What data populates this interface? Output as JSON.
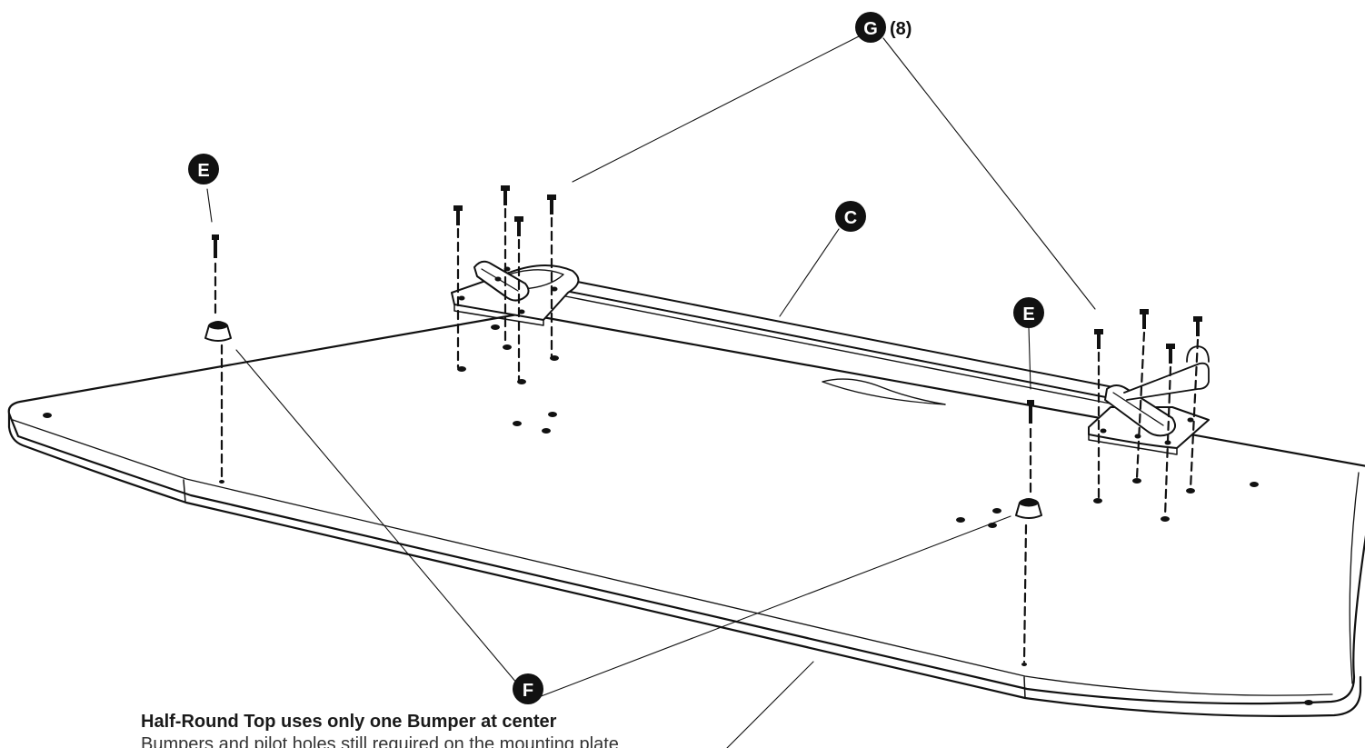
{
  "callouts": {
    "g_letter": "G",
    "g_qty": "(8)",
    "c_letter": "C",
    "e_letter": "E",
    "f_letter": "F"
  },
  "note": {
    "title": "Half-Round Top uses only one Bumper at center",
    "body": "Bumpers and pilot holes still required on the mounting plate"
  }
}
